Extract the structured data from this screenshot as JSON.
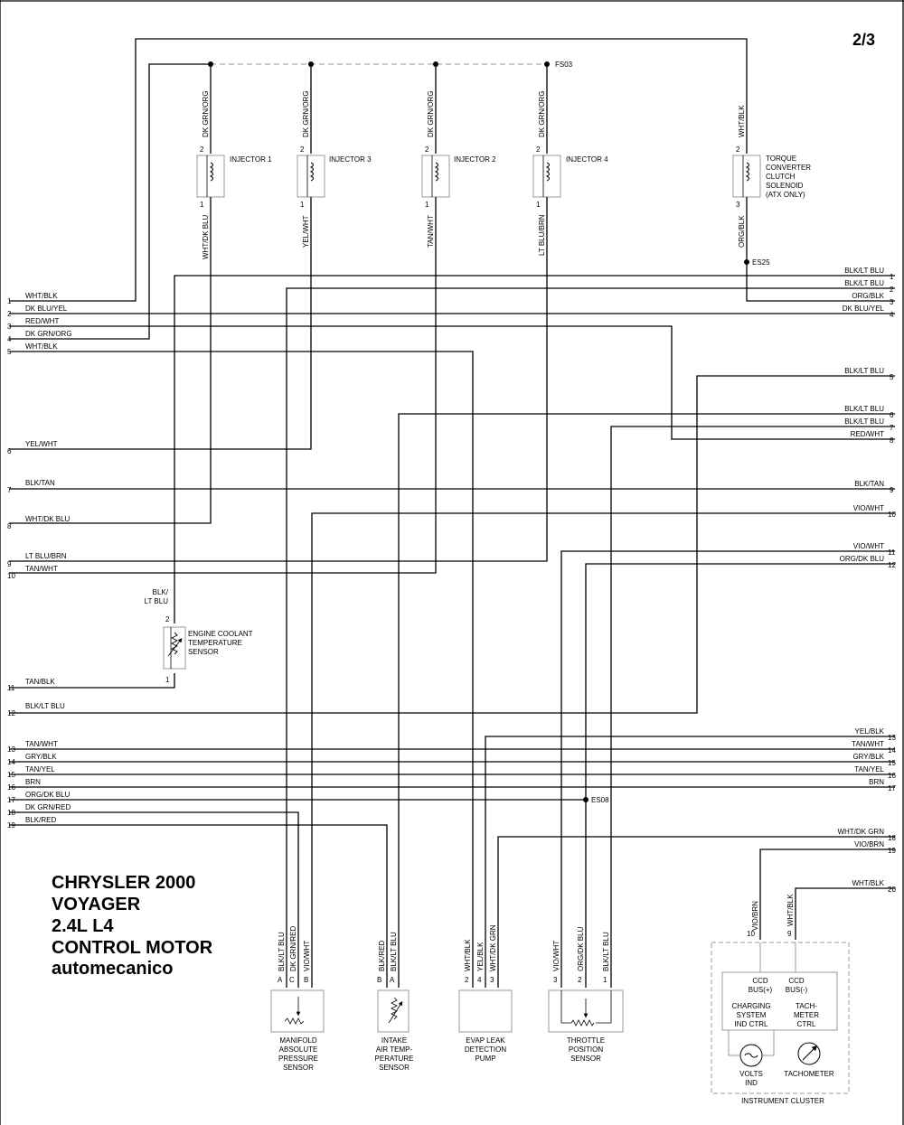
{
  "page_number": "2/3",
  "title_lines": [
    "CHRYSLER 2000",
    "VOYAGER",
    "2.4L L4",
    "CONTROL MOTOR",
    "automecanico"
  ],
  "splices": {
    "fs03": "FS03",
    "es25": "ES25",
    "es08": "ES08"
  },
  "left_connector": [
    {
      "num": "1",
      "label": "WHT/BLK"
    },
    {
      "num": "2",
      "label": "DK BLU/YEL"
    },
    {
      "num": "3",
      "label": "RED/WHT"
    },
    {
      "num": "4",
      "label": "DK GRN/ORG"
    },
    {
      "num": "5",
      "label": "WHT/BLK"
    },
    {
      "num": "6",
      "label": "YEL/WHT"
    },
    {
      "num": "7",
      "label": "BLK/TAN"
    },
    {
      "num": "8",
      "label": "WHT/DK BLU"
    },
    {
      "num": "9",
      "label": "LT BLU/BRN"
    },
    {
      "num": "10",
      "label": "TAN/WHT"
    },
    {
      "num": "11",
      "label": "TAN/BLK"
    },
    {
      "num": "12",
      "label": "BLK/LT BLU"
    },
    {
      "num": "13",
      "label": "TAN/WHT"
    },
    {
      "num": "14",
      "label": "GRY/BLK"
    },
    {
      "num": "15",
      "label": "TAN/YEL"
    },
    {
      "num": "16",
      "label": "BRN"
    },
    {
      "num": "17",
      "label": "ORG/DK BLU"
    },
    {
      "num": "18",
      "label": "DK GRN/RED"
    },
    {
      "num": "19",
      "label": "BLK/RED"
    }
  ],
  "right_connector": [
    {
      "num": "1",
      "label": "BLK/LT BLU"
    },
    {
      "num": "2",
      "label": "BLK/LT BLU"
    },
    {
      "num": "3",
      "label": "ORG/BLK"
    },
    {
      "num": "4",
      "label": "DK BLU/YEL"
    },
    {
      "num": "5",
      "label": "BLK/LT BLU"
    },
    {
      "num": "6",
      "label": "BLK/LT BLU"
    },
    {
      "num": "7",
      "label": "BLK/LT BLU"
    },
    {
      "num": "8",
      "label": "RED/WHT"
    },
    {
      "num": "9",
      "label": "BLK/TAN"
    },
    {
      "num": "10",
      "label": "VIO/WHT"
    },
    {
      "num": "11",
      "label": "VIO/WHT"
    },
    {
      "num": "12",
      "label": "ORG/DK BLU"
    },
    {
      "num": "13",
      "label": "YEL/BLK"
    },
    {
      "num": "14",
      "label": "TAN/WHT"
    },
    {
      "num": "15",
      "label": "GRY/BLK"
    },
    {
      "num": "16",
      "label": "TAN/YEL"
    },
    {
      "num": "17",
      "label": "BRN"
    },
    {
      "num": "18",
      "label": "WHT/DK GRN"
    },
    {
      "num": "19",
      "label": "VIO/BRN"
    },
    {
      "num": "20",
      "label": "WHT/BLK"
    }
  ],
  "injectors": [
    {
      "name": "INJECTOR 1",
      "top_wire": "DK GRN/ORG",
      "bottom_wire": "WHT/DK BLU",
      "pin_top": "2",
      "pin_bottom": "1"
    },
    {
      "name": "INJECTOR 3",
      "top_wire": "DK GRN/ORG",
      "bottom_wire": "YEL/WHT",
      "pin_top": "2",
      "pin_bottom": "1"
    },
    {
      "name": "INJECTOR 2",
      "top_wire": "DK GRN/ORG",
      "bottom_wire": "TAN/WHT",
      "pin_top": "2",
      "pin_bottom": "1"
    },
    {
      "name": "INJECTOR 4",
      "top_wire": "DK GRN/ORG",
      "bottom_wire": "LT BLU/BRN",
      "pin_top": "2",
      "pin_bottom": "1"
    }
  ],
  "torque_converter": {
    "lines": [
      "TORQUE",
      "CONVERTER",
      "CLUTCH",
      "SOLENOID",
      "(ATX ONLY)"
    ],
    "top_wire": "WHT/BLK",
    "bottom_wire": "ORG/BLK",
    "pin_top": "2",
    "pin_bottom": "3"
  },
  "ect_sensor": {
    "lines": [
      "ENGINE COOLANT",
      "TEMPERATURE",
      "SENSOR"
    ],
    "wire_lines": [
      "BLK/",
      "LT BLU"
    ],
    "pin_top": "2",
    "pin_bottom": "1"
  },
  "map_sensor": {
    "lines": [
      "MANIFOLD",
      "ABSOLUTE",
      "PRESSURE",
      "SENSOR"
    ],
    "wires": [
      "BLK/LT BLU",
      "DK GRN/RED",
      "VIO/WHT"
    ],
    "pins": [
      "A",
      "C",
      "B"
    ]
  },
  "iat_sensor": {
    "lines": [
      "INTAKE",
      "AIR TEMP-",
      "PERATURE",
      "SENSOR"
    ],
    "wires": [
      "BLK/RED",
      "BLK/LT BLU"
    ],
    "pins": [
      "B",
      "A"
    ]
  },
  "evap_pump": {
    "lines": [
      "EVAP LEAK",
      "DETECTION",
      "PUMP"
    ],
    "wires": [
      "WHT/BLK",
      "YEL/BLK",
      "WHT/DK GRN"
    ],
    "pins": [
      "2",
      "4",
      "3"
    ]
  },
  "tps_sensor": {
    "lines": [
      "THROTTLE",
      "POSITION",
      "SENSOR"
    ],
    "wires": [
      "VIO/WHT",
      "ORG/DK BLU",
      "BLK/LT BLU"
    ],
    "pins": [
      "3",
      "2",
      "1"
    ]
  },
  "cluster": {
    "title": "INSTRUMENT CLUSTER",
    "wires": [
      "VIO/BRN",
      "WHT/BLK"
    ],
    "pins": [
      "10",
      "9"
    ],
    "ccd_plus": [
      "CCD",
      "BUS(+)"
    ],
    "ccd_minus": [
      "CCD",
      "BUS(-)"
    ],
    "charging": [
      "CHARGING",
      "SYSTEM",
      "IND CTRL"
    ],
    "tach_ctrl": [
      "TACH-",
      "METER",
      "CTRL"
    ],
    "volts": [
      "VOLTS",
      "IND"
    ],
    "tach": "TACHOMETER"
  }
}
